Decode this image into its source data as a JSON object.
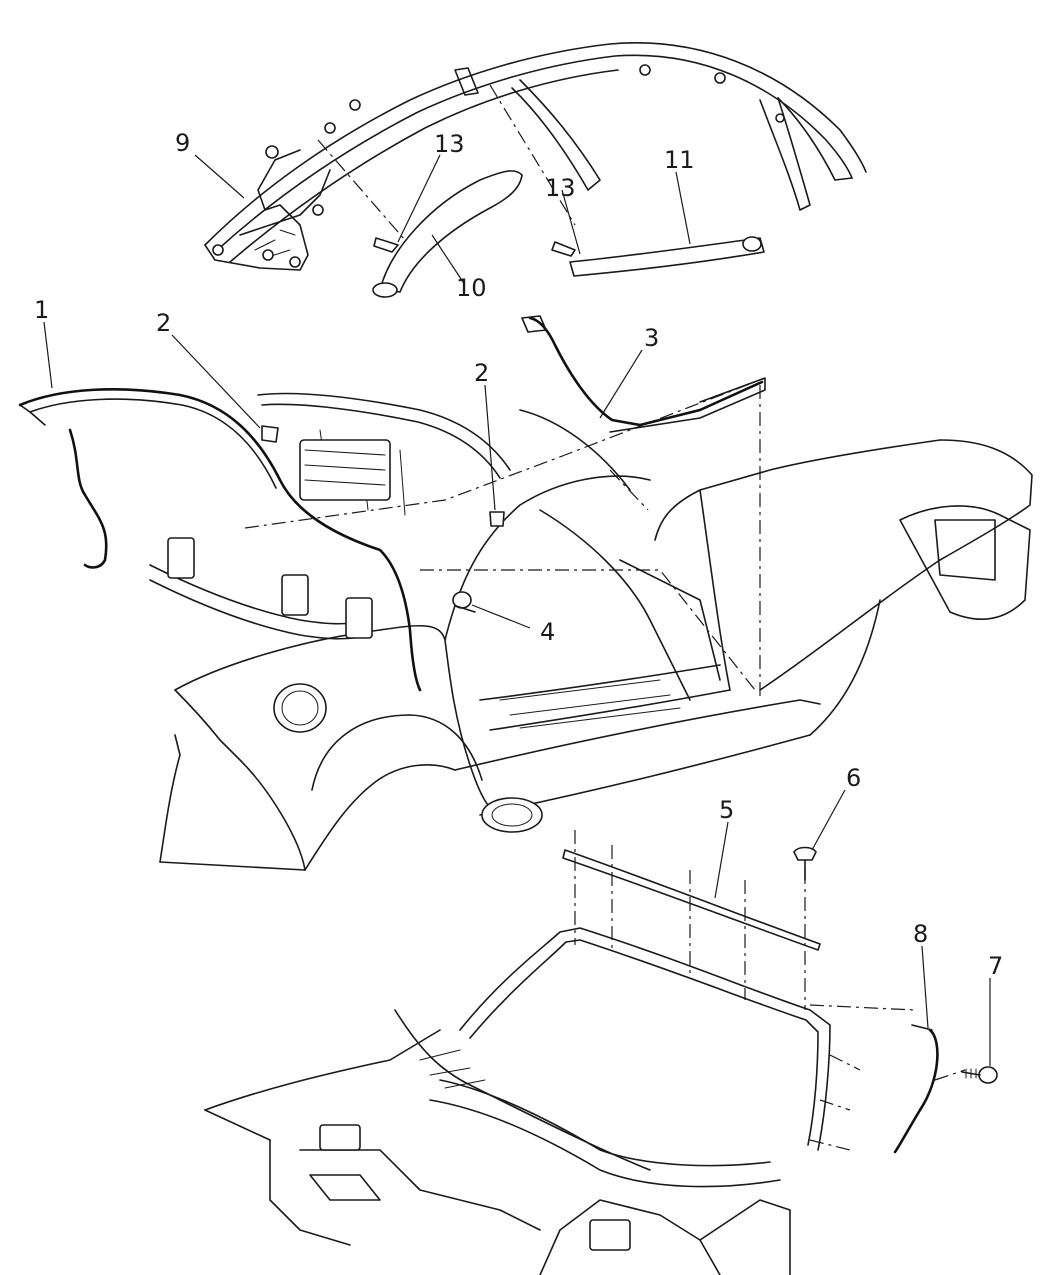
{
  "callouts": {
    "c1": "1",
    "c2a": "2",
    "c2b": "2",
    "c3": "3",
    "c4": "4",
    "c5": "5",
    "c6": "6",
    "c7": "7",
    "c8": "8",
    "c9": "9",
    "c10": "10",
    "c11": "11",
    "c13a": "13",
    "c13b": "13"
  }
}
